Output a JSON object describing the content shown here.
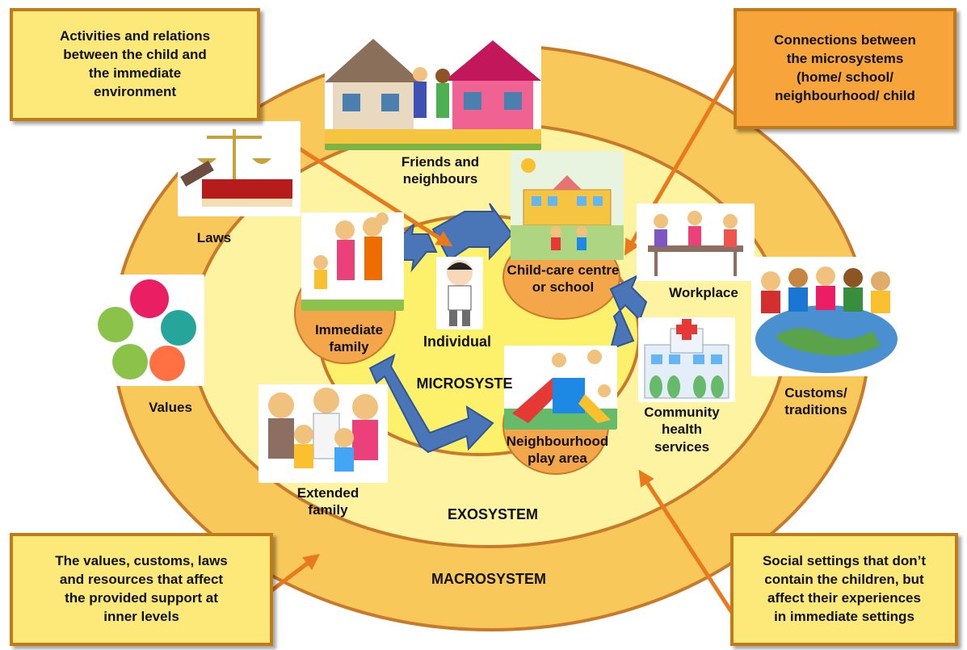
{
  "colors": {
    "macro_fill": "#f9c85a",
    "exo_fill": "#fdf3a0",
    "micro_fill": "#fdf06a",
    "ring_stroke": "#c9792a",
    "setting_fill": "#f4a64a",
    "arrow_blue": "#4a76b8",
    "arrow_orange": "#e8791c",
    "callout_yellow": "#fde97a",
    "callout_orange": "#f7a53a"
  },
  "callouts": {
    "top_left": "Activities and relations\nbetween the child and\nthe immediate\nenvironment",
    "top_right": "Connections between\nthe microsystems\n(home/ school/\nneighbourhood/ child",
    "bottom_left": "The values, customs, laws\nand resources that affect\nthe provided support at\ninner levels",
    "bottom_right": "Social settings that don’t\ncontain the children, but\naffect their experiences\nin immediate settings"
  },
  "systems": {
    "micro": "MICROSYSTE",
    "exo": "EXOSYSTEM",
    "macro": "MACROSYSTEM"
  },
  "labels": {
    "friends": "Friends and\nneighbours",
    "laws": "Laws",
    "values": "Values",
    "customs": "Customs/\ntraditions",
    "workplace": "Workplace",
    "health": "Community\nhealth\nservices",
    "extended": "Extended\nfamily",
    "immediate": "Immediate\nfamily",
    "individual": "Individual",
    "school": "Child-care centre\nor school",
    "play": "Neighbourhood\nplay area"
  },
  "illustrations": {
    "houses": "houses-illustration",
    "law_book": "law-book-gavel-illustration",
    "values": "values-icons-illustration",
    "customs": "globe-people-illustration",
    "workplace": "office-workers-illustration",
    "hospital": "hospital-illustration",
    "extended_family": "extended-family-illustration",
    "immediate_family": "family-illustration",
    "child": "boy-illustration",
    "school": "school-building-illustration",
    "playground": "playground-slide-illustration"
  }
}
